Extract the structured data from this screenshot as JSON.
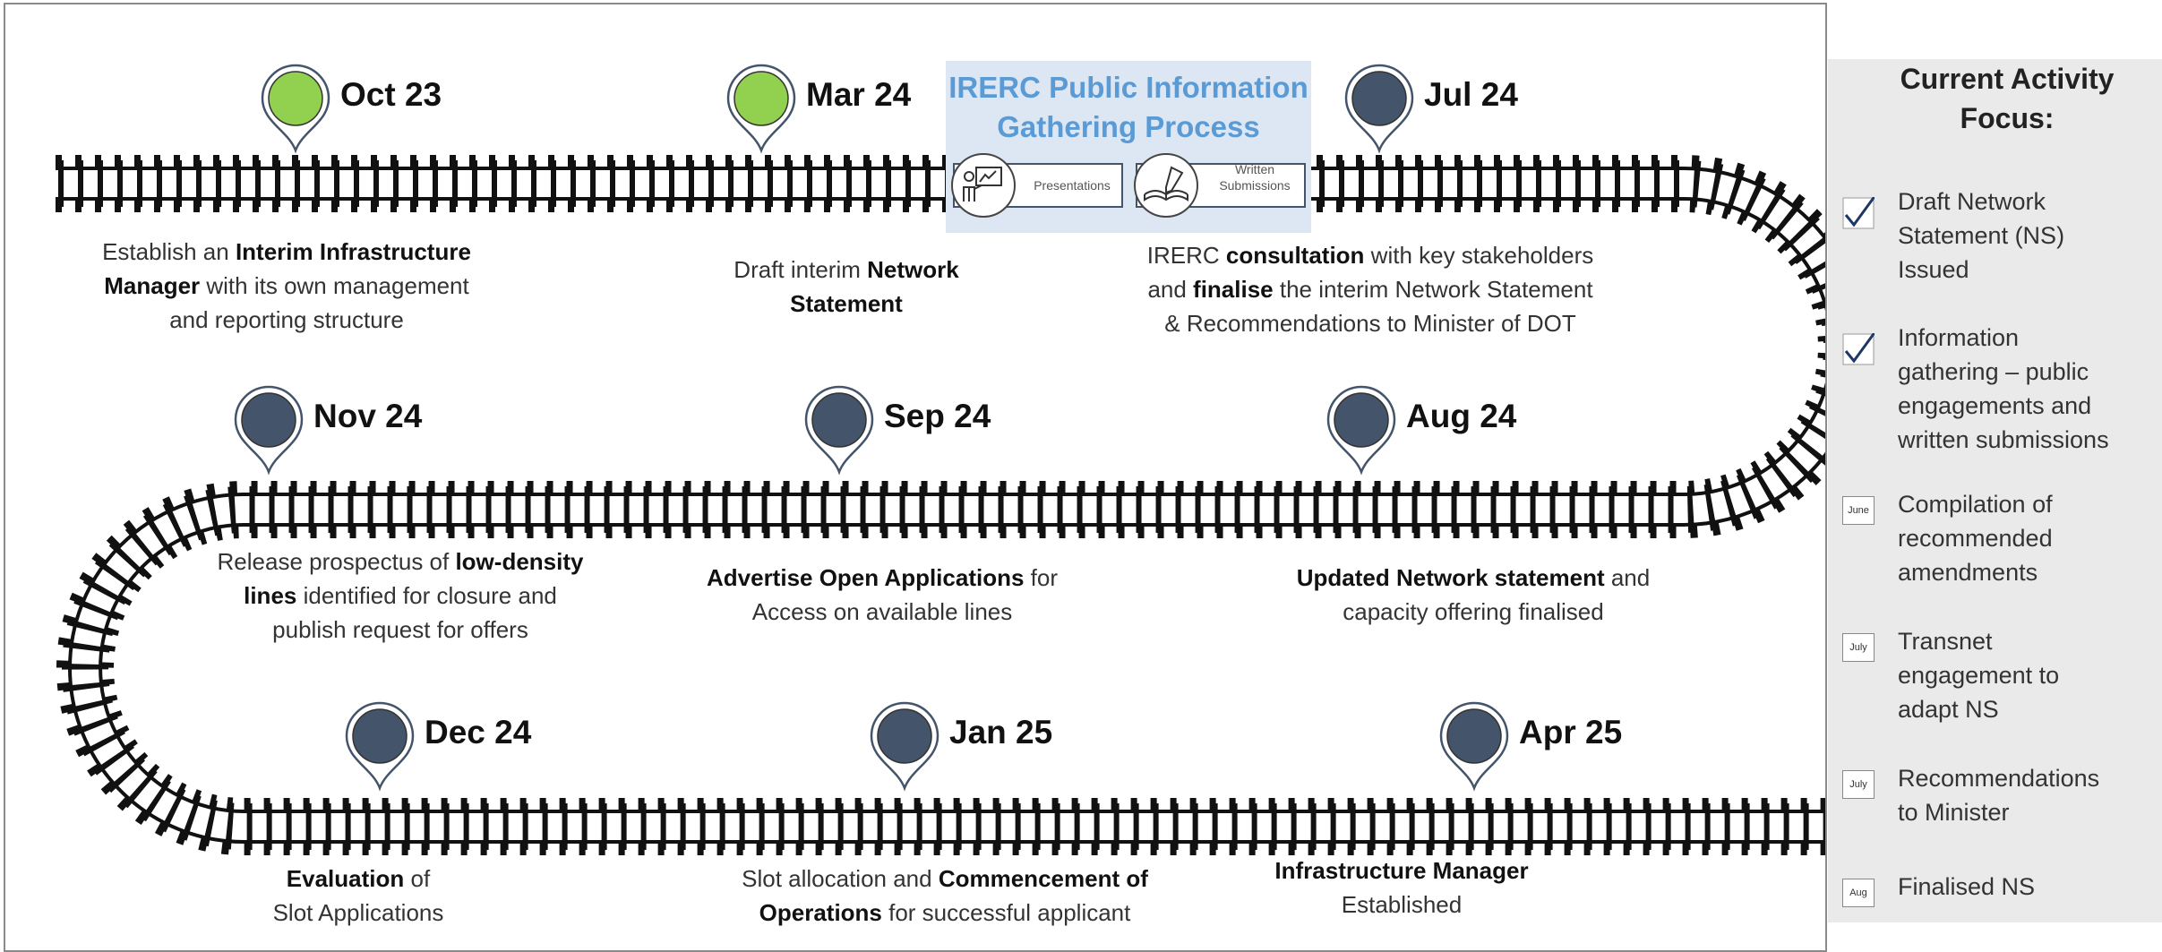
{
  "colors": {
    "done": "#92d050",
    "pending": "#44546a",
    "rail": "#111111",
    "panel": "#eaeaea",
    "highlight": "#dde6f3",
    "accent": "#5b9bd5",
    "check": "#1f3864"
  },
  "milestones": [
    {
      "date": "Oct 23",
      "status": "done",
      "desc": [
        "Establish an <b>Interim Infrastructure</b>",
        "<b>Manager</b> with its own management",
        "and reporting structure"
      ]
    },
    {
      "date": "Mar 24",
      "status": "done",
      "desc": [
        "Draft interim <b>Network</b>",
        "<b>Statement</b>"
      ]
    },
    {
      "date": "Jul 24",
      "status": "pending",
      "desc": [
        "IRERC <b>consultation</b> with key stakeholders",
        "and <b>finalise</b> the interim Network Statement",
        "&amp; Recommendations to Minister of DOT"
      ]
    },
    {
      "date": "Nov 24",
      "status": "pending",
      "desc": [
        "Release prospectus of <b>low-density</b>",
        "<b>lines</b> identified for closure and",
        "publish request for offers"
      ]
    },
    {
      "date": "Sep 24",
      "status": "pending",
      "desc": [
        "<b>Advertise Open Applications</b> for",
        "Access on available lines"
      ]
    },
    {
      "date": "Aug 24",
      "status": "pending",
      "desc": [
        "<b>Updated Network statement</b> and",
        "capacity offering finalised"
      ]
    },
    {
      "date": "Dec 24",
      "status": "pending",
      "desc": [
        "<b>Evaluation</b> of",
        "Slot Applications"
      ]
    },
    {
      "date": "Jan 25",
      "status": "pending",
      "desc": [
        "Slot allocation and <b>Commencement of</b>",
        "<b>Operations</b> for successful applicant"
      ]
    },
    {
      "date": "Apr 25",
      "status": "pending",
      "desc": [
        "<b>Infrastructure Manager</b>",
        "Established"
      ]
    }
  ],
  "info_gathering": {
    "title": [
      "IRERC Public Information",
      "Gathering Process"
    ],
    "chips": [
      {
        "label": [
          "Presentations"
        ],
        "icon": "presentation-icon"
      },
      {
        "label": [
          "Written",
          "Submissions"
        ],
        "icon": "book-pen-icon"
      }
    ]
  },
  "panel": {
    "title": [
      "Current Activity",
      "Focus:"
    ],
    "items": [
      {
        "marker": "check",
        "text": [
          "Draft Network",
          "Statement (NS)",
          "Issued"
        ]
      },
      {
        "marker": "check",
        "text": [
          "Information",
          "gathering – public",
          "engagements and",
          "written submissions"
        ]
      },
      {
        "marker": "June",
        "text": [
          "Compilation of",
          "recommended",
          "amendments"
        ]
      },
      {
        "marker": "July",
        "text": [
          "Transnet",
          "engagement to",
          "adapt NS"
        ]
      },
      {
        "marker": "July",
        "text": [
          "Recommendations",
          "to Minister"
        ]
      },
      {
        "marker": "Aug",
        "text": [
          "Finalised NS"
        ]
      }
    ]
  }
}
